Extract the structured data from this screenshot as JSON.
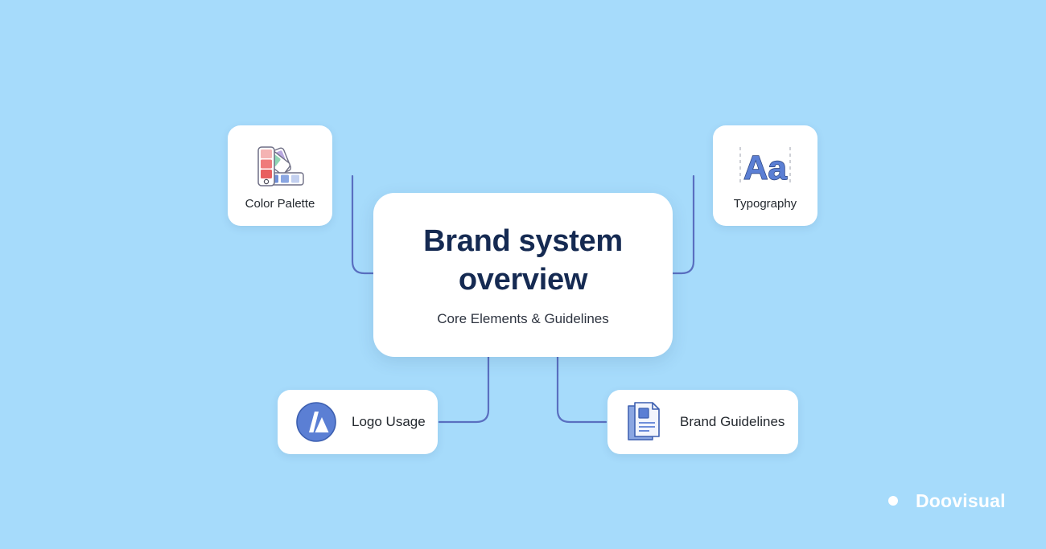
{
  "canvas": {
    "background_color": "#a6dbfb",
    "connector_color": "#5a6fc0"
  },
  "hub": {
    "title": "Brand system overview",
    "subtitle": "Core Elements & Guidelines",
    "title_color": "#152a52",
    "subtitle_color": "#2e3440",
    "background_color": "#ffffff"
  },
  "nodes": [
    {
      "id": "color-palette",
      "label": "Color Palette",
      "icon": "color-palette-icon",
      "position": "top-left",
      "swatch_colors": [
        "#f4b3b3",
        "#ef7b7b",
        "#e85f5f",
        "#b9a8e0",
        "#8fd6b4",
        "#6f8fd8",
        "#8aa6e2",
        "#c3d0f0"
      ]
    },
    {
      "id": "typography",
      "label": "Typography",
      "icon": "typography-aa-icon",
      "position": "top-right",
      "glyph": "Aa",
      "glyph_color": "#5b7fd4"
    },
    {
      "id": "logo-usage",
      "label": "Logo Usage",
      "icon": "logo-mark-icon",
      "position": "bottom-left",
      "icon_color": "#5b7fd4"
    },
    {
      "id": "brand-guidelines",
      "label": "Brand Guidelines",
      "icon": "document-pages-icon",
      "position": "bottom-right",
      "icon_color": "#5b7fd4"
    }
  ],
  "watermark": {
    "brand": "Doovisual",
    "icon": "doovisual-circle-mark",
    "color": "#ffffff"
  }
}
